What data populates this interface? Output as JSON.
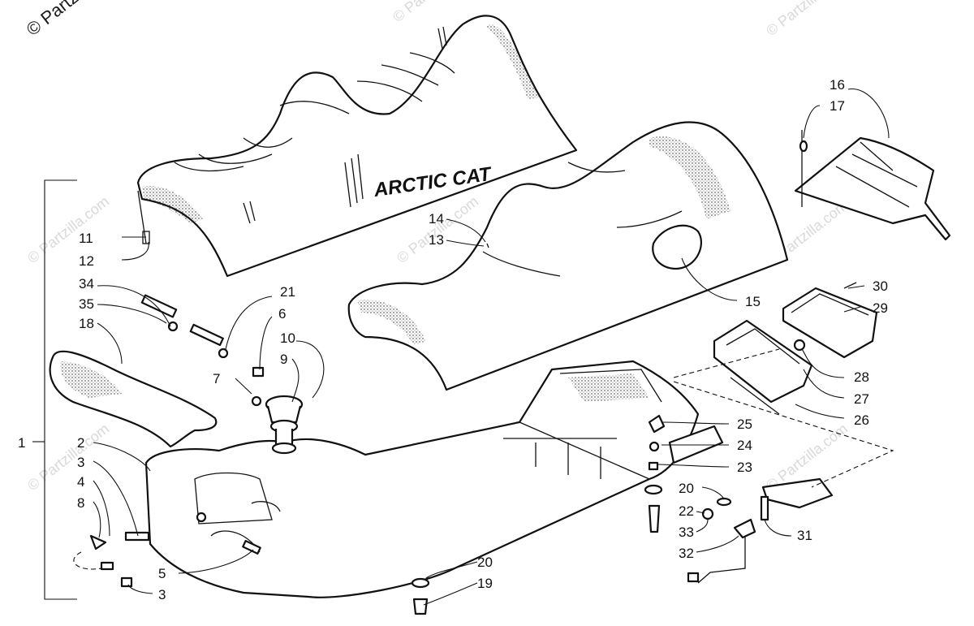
{
  "watermark": {
    "corner_text": "© Partzilla.com",
    "repeat_text": "© Partzilla.com"
  },
  "seat_brand": "ARCTIC CAT",
  "callouts": {
    "c1": "1",
    "c2": "2",
    "c3a": "3",
    "c3b": "3",
    "c4": "4",
    "c5": "5",
    "c6": "6",
    "c7": "7",
    "c8": "8",
    "c9": "9",
    "c10": "10",
    "c11": "11",
    "c12": "12",
    "c13": "13",
    "c14": "14",
    "c15": "15",
    "c16": "16",
    "c17": "17",
    "c18": "18",
    "c19": "19",
    "c20a": "20",
    "c20b": "20",
    "c21": "21",
    "c22": "22",
    "c23": "23",
    "c24": "24",
    "c25": "25",
    "c26": "26",
    "c27": "27",
    "c28": "28",
    "c29": "29",
    "c30": "30",
    "c31": "31",
    "c32": "32",
    "c33": "33",
    "c34": "34",
    "c35": "35"
  }
}
